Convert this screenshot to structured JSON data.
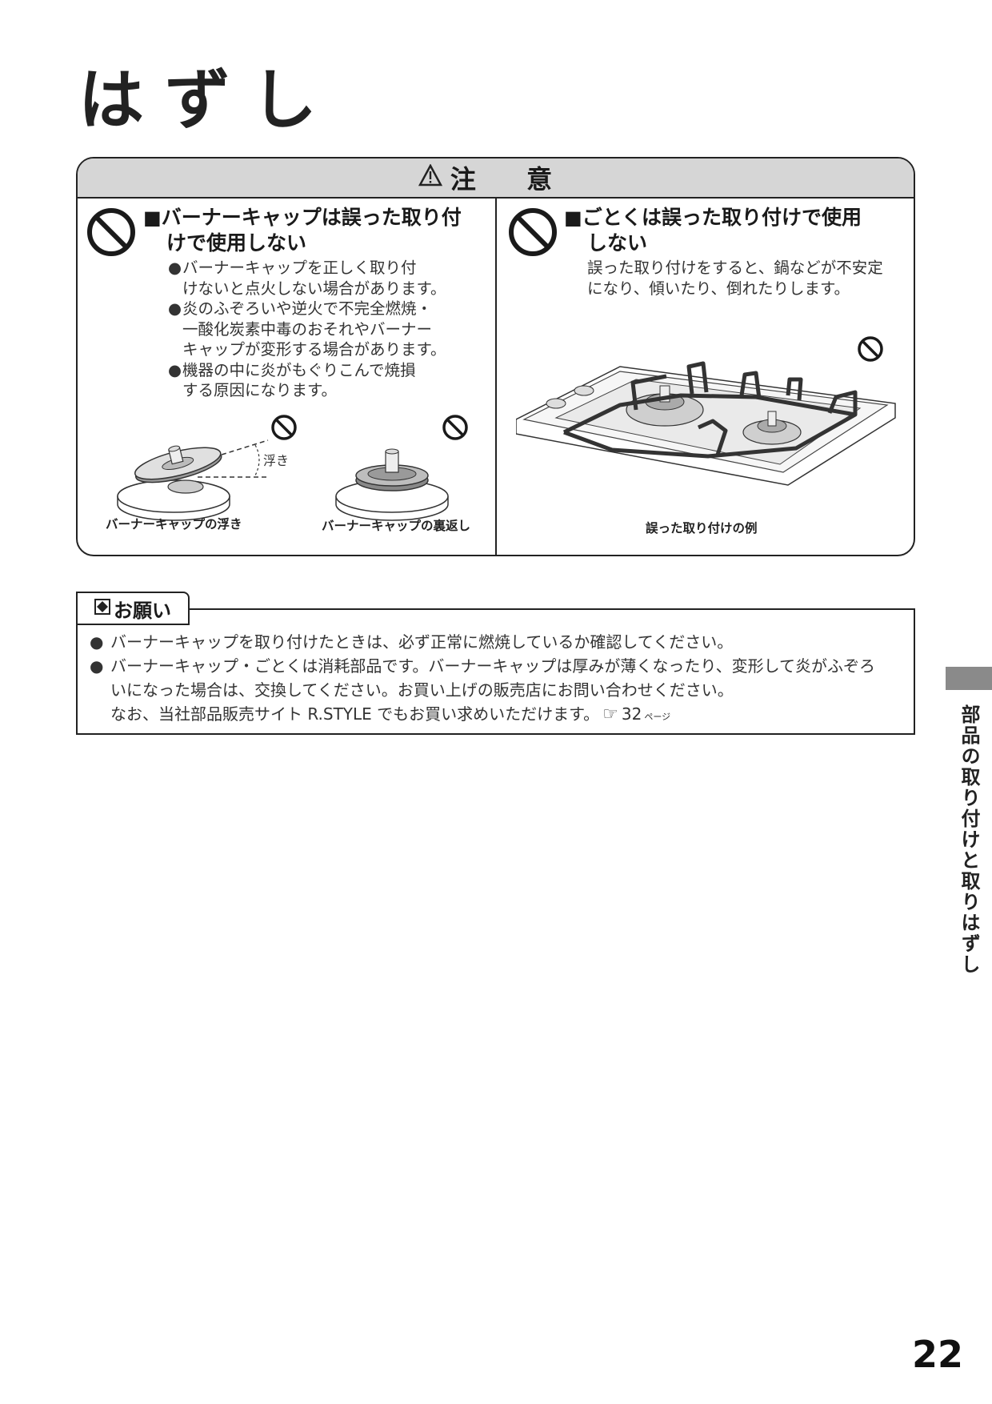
{
  "page_title": "はずし",
  "caution": {
    "header": "注 意",
    "left": {
      "heading_line1": "バーナーキャップは誤った取り付",
      "heading_line2": "けで使用しない",
      "bullets": [
        [
          "バーナーキャップを正しく取り付",
          "けないと点火しない場合があります。"
        ],
        [
          "炎のふぞろいや逆火で不完全燃焼・",
          "一酸化炭素中毒のおそれやバーナー",
          "キャップが変形する場合があります。"
        ],
        [
          "機器の中に炎がもぐりこんで焼損",
          "する原因になります。"
        ]
      ],
      "float_label": "浮き",
      "caption1": "バーナーキャップの浮き",
      "caption2": "バーナーキャップの裏返し"
    },
    "right": {
      "heading_line1": "ごとくは誤った取り付けで使用",
      "heading_line2": "しない",
      "body_line1": "誤った取り付けをすると、鍋などが不安定",
      "body_line2": "になり、傾いたり、倒れたりします。",
      "caption": "誤った取り付けの例"
    }
  },
  "request": {
    "label": "お願い",
    "line1": "バーナーキャップを取り付けたときは、必ず正常に燃焼しているか確認してください。",
    "line2": "バーナーキャップ・ごとくは消耗部品です。バーナーキャップは厚みが薄くなったり、変形して炎がふぞろ",
    "line3": "いになった場合は、交換してください。お買い上げの販売店にお問い合わせください。",
    "line4": "なお、当社部品販売サイト R.STYLE でもお買い求めいただけます。",
    "ref_icon": "☞",
    "ref_page": "32",
    "ref_suffix": "ページ"
  },
  "side_tab_text": "部品の取り付けと取りはずし",
  "page_number": "22"
}
